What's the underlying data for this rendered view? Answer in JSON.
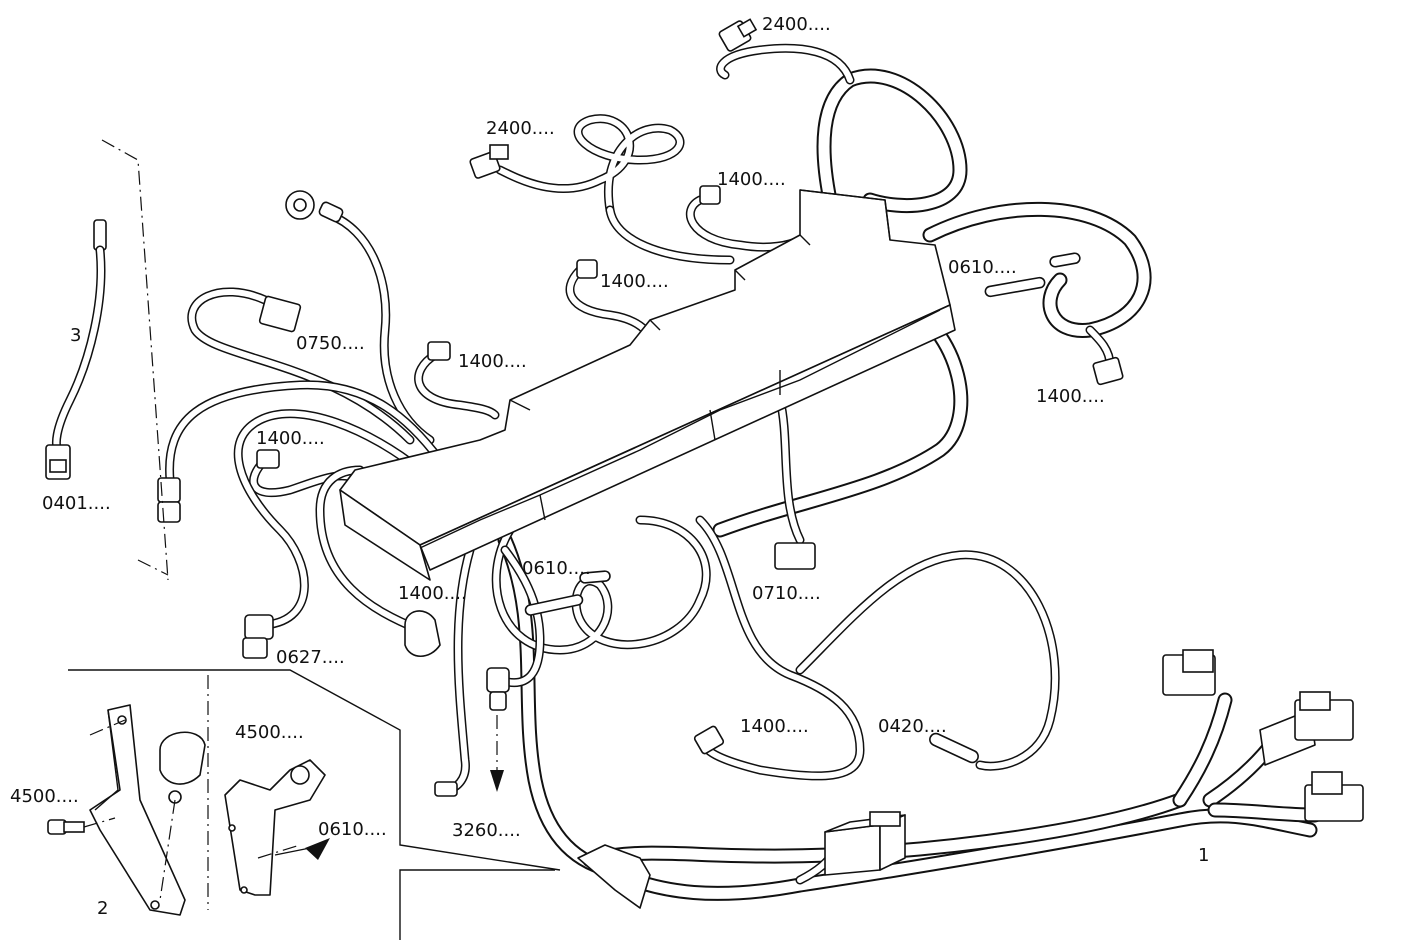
{
  "diagram": {
    "title": "",
    "labels": {
      "p_2400_top": "2400....",
      "p_2400_left": "2400....",
      "p_1400_a": "1400....",
      "p_1400_b": "1400....",
      "p_0610_right": "0610....",
      "p_1400_right": "1400....",
      "p_0750": "0750....",
      "p_1400_c": "1400....",
      "p_1400_d": "1400....",
      "p_0401": "0401....",
      "p_3": "3",
      "p_0610_mid": "0610....",
      "p_1400_e": "1400....",
      "p_0710": "0710....",
      "p_0627": "0627....",
      "p_1400_f": "1400....",
      "p_0420": "0420....",
      "p_4500_a": "4500....",
      "p_4500_b": "4500....",
      "p_0610_detail": "0610....",
      "p_3260": "3260....",
      "p_1": "1",
      "p_2": "2"
    }
  }
}
